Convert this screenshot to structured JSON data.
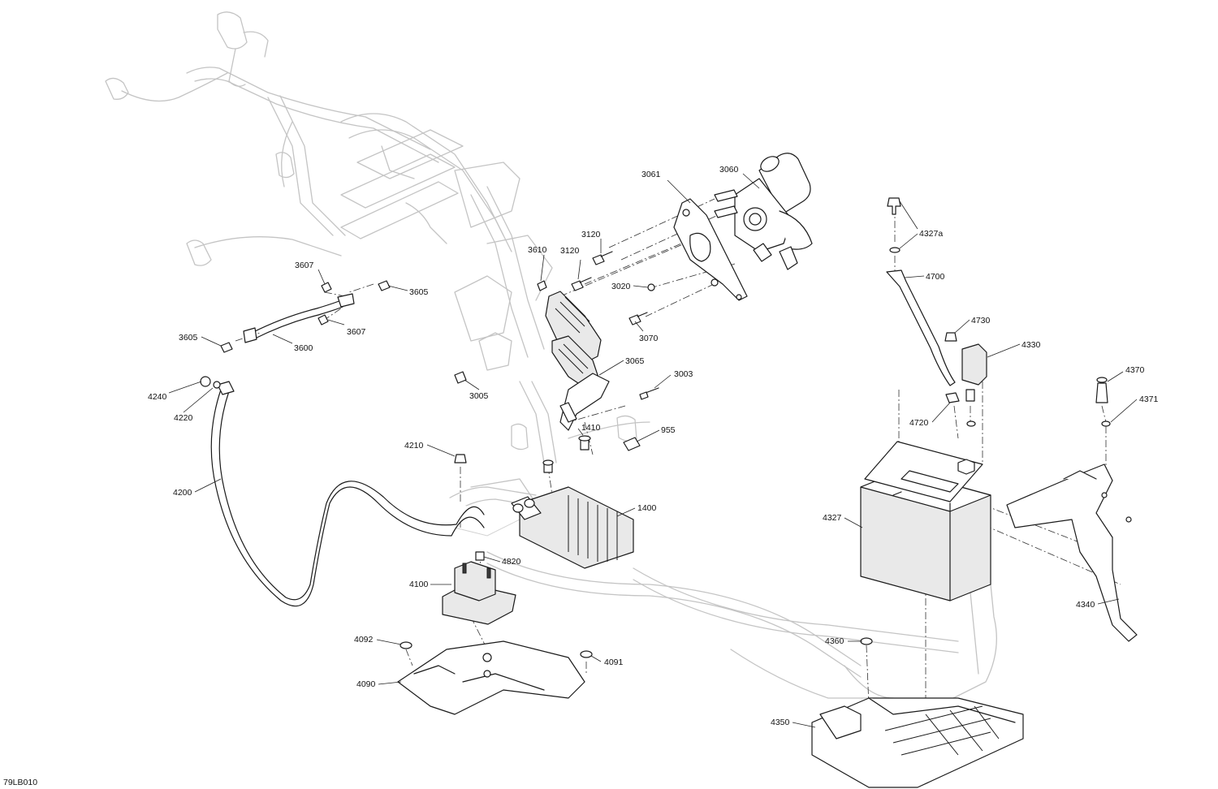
{
  "diagram_code": "79LB010",
  "callouts": [
    {
      "id": "3061",
      "text": "3061"
    },
    {
      "id": "3060",
      "text": "3060"
    },
    {
      "id": "3120a",
      "text": "3120"
    },
    {
      "id": "3120b",
      "text": "3120"
    },
    {
      "id": "3610",
      "text": "3610"
    },
    {
      "id": "3020",
      "text": "3020"
    },
    {
      "id": "3070",
      "text": "3070"
    },
    {
      "id": "3065",
      "text": "3065"
    },
    {
      "id": "3003",
      "text": "3003"
    },
    {
      "id": "3005",
      "text": "3005"
    },
    {
      "id": "1410",
      "text": "1410"
    },
    {
      "id": "955",
      "text": "955"
    },
    {
      "id": "3607a",
      "text": "3607"
    },
    {
      "id": "3605a",
      "text": "3605"
    },
    {
      "id": "3605b",
      "text": "3605"
    },
    {
      "id": "3607b",
      "text": "3607"
    },
    {
      "id": "3600",
      "text": "3600"
    },
    {
      "id": "4240",
      "text": "4240"
    },
    {
      "id": "4220",
      "text": "4220"
    },
    {
      "id": "4210",
      "text": "4210"
    },
    {
      "id": "4200",
      "text": "4200"
    },
    {
      "id": "1400",
      "text": "1400"
    },
    {
      "id": "4820",
      "text": "4820"
    },
    {
      "id": "4100",
      "text": "4100"
    },
    {
      "id": "4092",
      "text": "4092"
    },
    {
      "id": "4091",
      "text": "4091"
    },
    {
      "id": "4090",
      "text": "4090"
    },
    {
      "id": "4327a",
      "text": "4327a"
    },
    {
      "id": "4700",
      "text": "4700"
    },
    {
      "id": "4730",
      "text": "4730"
    },
    {
      "id": "4330",
      "text": "4330"
    },
    {
      "id": "4720",
      "text": "4720"
    },
    {
      "id": "4370",
      "text": "4370"
    },
    {
      "id": "4371",
      "text": "4371"
    },
    {
      "id": "4327",
      "text": "4327"
    },
    {
      "id": "4340",
      "text": "4340"
    },
    {
      "id": "4360",
      "text": "4360"
    },
    {
      "id": "4350",
      "text": "4350"
    }
  ]
}
